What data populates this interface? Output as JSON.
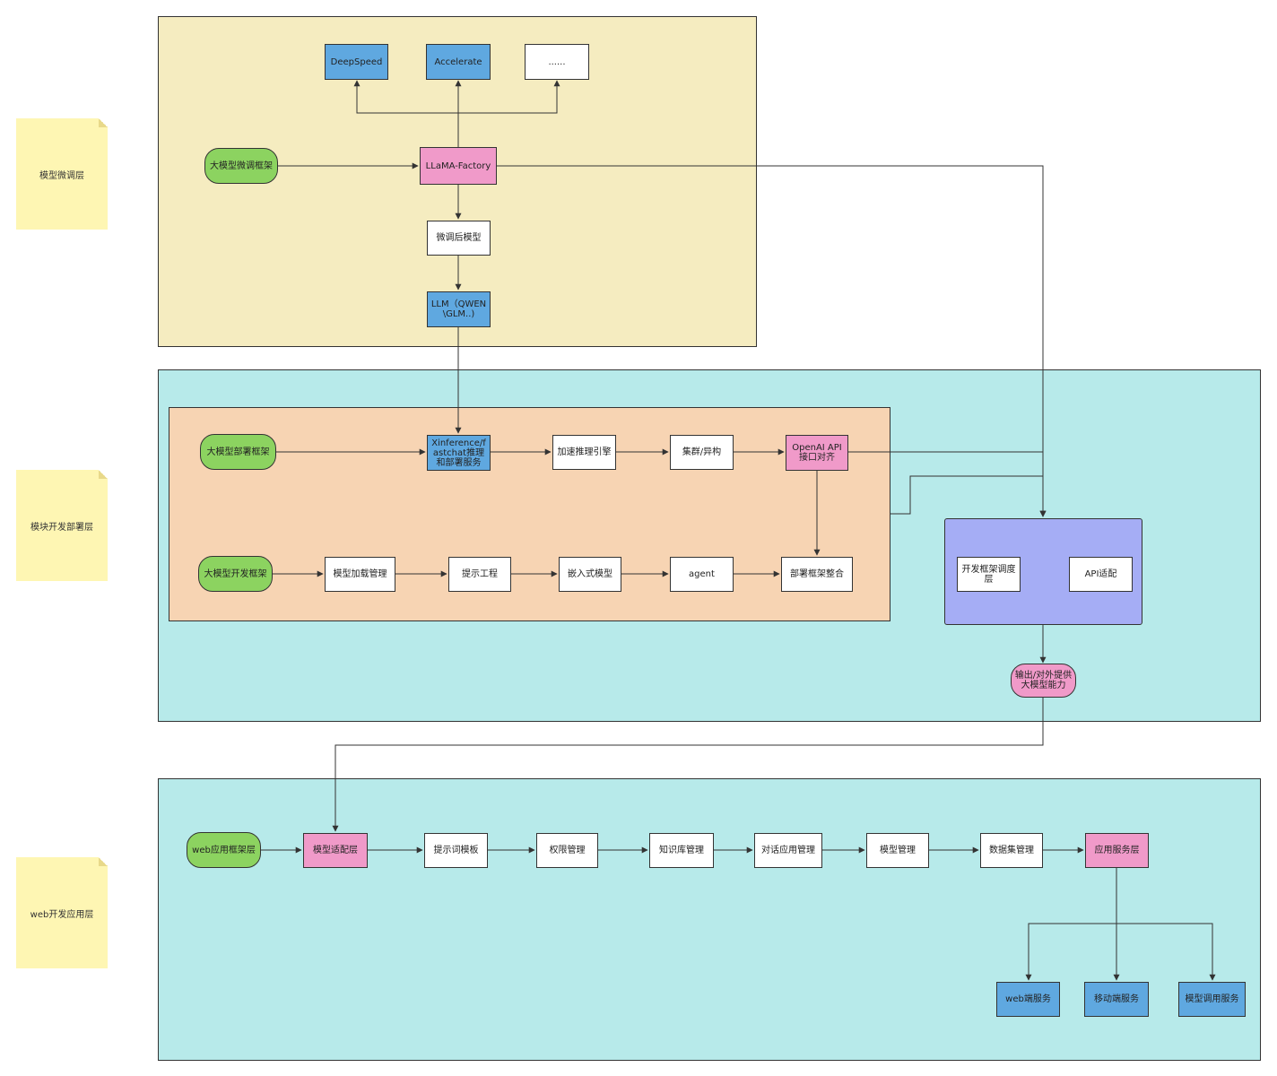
{
  "layers": {
    "finetune": "模型微调层",
    "module_dev": "模块开发部署层",
    "web_dev": "web开发应用层"
  },
  "finetune": {
    "deepspeed": "DeepSpeed",
    "accelerate": "Accelerate",
    "more": "......",
    "framework": "大模型微调框架",
    "llama_factory": "LLaMA-Factory",
    "finetuned_model": "微调后模型",
    "llm": "LLM（QWEN\\GLM..)"
  },
  "deploy": {
    "framework": "大模型部署框架",
    "xinference": "Xinference/fastchat推理和部署服务",
    "accel": "加速推理引擎",
    "cluster": "集群/异构",
    "openai": "OpenAI API接口对齐"
  },
  "devfw": {
    "framework": "大模型开发框架",
    "load": "模型加载管理",
    "prompt": "提示工程",
    "embed": "嵌入式模型",
    "agent": "agent",
    "integrate": "部署框架整合"
  },
  "schedule": {
    "layer": "开发框架调度层",
    "api": "API适配",
    "output": "输出/对外提供大模型能力"
  },
  "web": {
    "framework": "web应用框架层",
    "adapter": "模型适配层",
    "prompt_tpl": "提示词模板",
    "perm": "权限管理",
    "kb": "知识库管理",
    "dialog": "对话应用管理",
    "model_mgmt": "模型管理",
    "dataset": "数据集管理",
    "app_service": "应用服务层",
    "web_service": "web端服务",
    "mobile_service": "移动端服务",
    "model_call": "模型调用服务"
  },
  "colors": {
    "finetune_bg": "#f5ecc0",
    "module_bg": "#b7eaea",
    "deploy_bg": "#f7d4b3",
    "schedule_bg": "#a5adf5",
    "note_bg": "#fef6b3",
    "blue": "#5fa8e0",
    "pink": "#f09ac9",
    "green": "#8cd360"
  }
}
